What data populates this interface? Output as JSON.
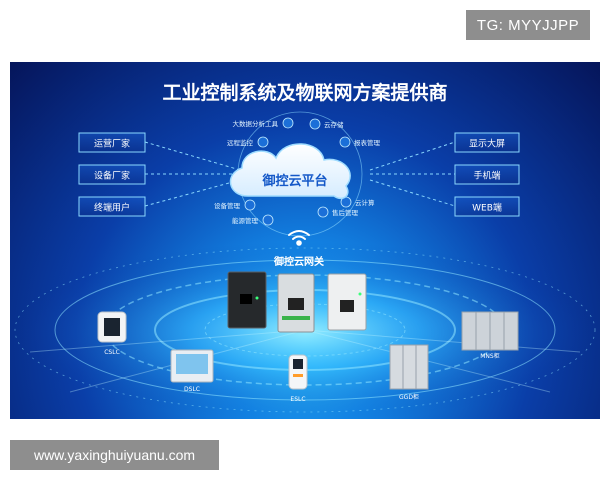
{
  "watermark": {
    "tg_label": "TG: MYYJJPP",
    "site_url": "www.yaxinghuiyuanu.com"
  },
  "poster": {
    "title": "工业控制系统及物联网方案提供商",
    "cloud_platform": "御控云平台",
    "cloud_features": [
      "大数据分析工具",
      "云存储",
      "远程监控",
      "报表管理",
      "设备管理",
      "云计算",
      "能源管理",
      "售后管理"
    ],
    "left_boxes": [
      "运营厂家",
      "设备厂家",
      "终端用户"
    ],
    "right_boxes": [
      "显示大屏",
      "手机端",
      "WEB端"
    ],
    "gateway_label": "御控云网关",
    "devices": [
      "CSLC",
      "DSLC",
      "ESLC",
      "GGD柜",
      "MNS柜"
    ],
    "colors": {
      "accent": "#5ad2ff",
      "box_border": "#8ad8ff",
      "title": "#ffffff"
    }
  }
}
